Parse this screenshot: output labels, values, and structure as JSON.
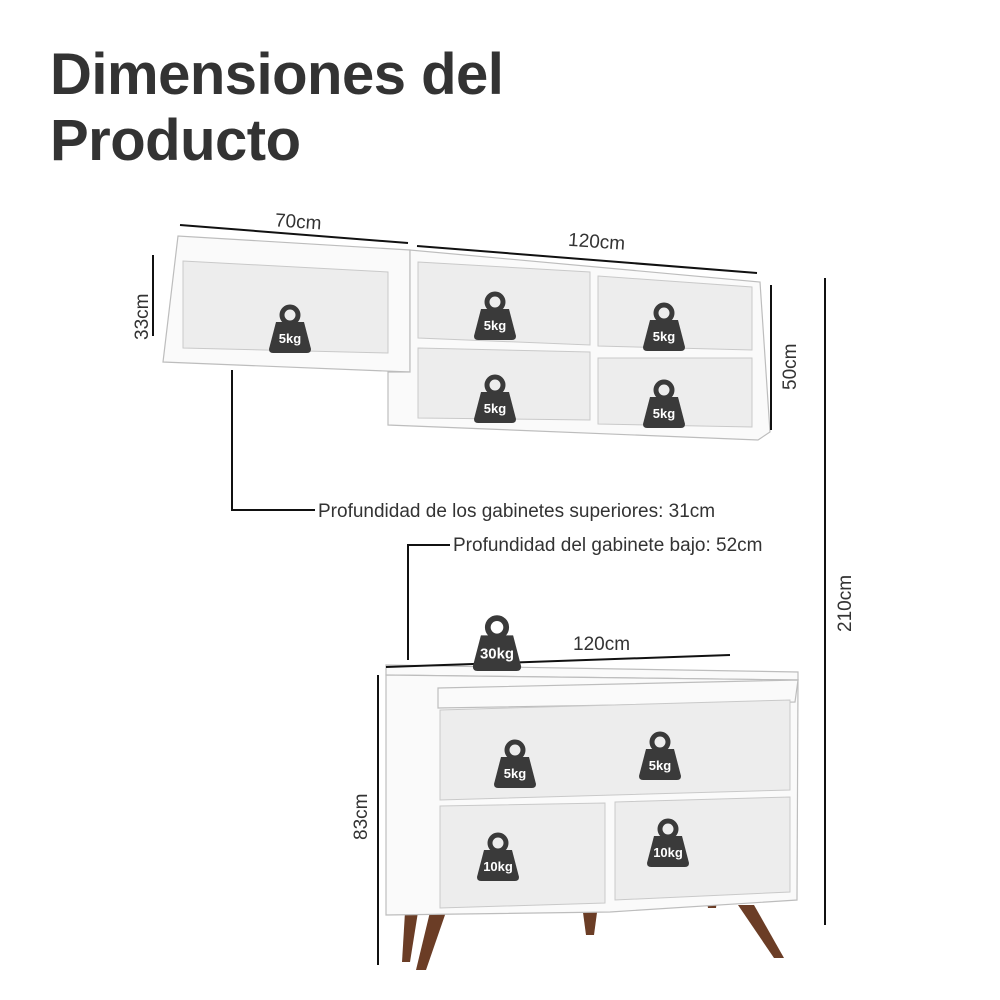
{
  "title": {
    "line1": "Dimensiones del",
    "line2": "Producto"
  },
  "upper": {
    "width_left": "70cm",
    "width_right": "120cm",
    "height_left": "33cm",
    "height_right": "50cm",
    "weights": [
      "5kg",
      "5kg",
      "5kg",
      "5kg",
      "5kg"
    ],
    "depth_note": "Profundidad de los gabinetes superiores: 31cm"
  },
  "total_height": "210cm",
  "lower": {
    "depth_note": "Profundidad del gabinete bajo: 52cm",
    "width": "120cm",
    "height": "83cm",
    "top_weight": "30kg",
    "weights": [
      "5kg",
      "5kg",
      "10kg",
      "10kg"
    ]
  },
  "colors": {
    "text": "#333333",
    "weight_icon": "#3a3a3a",
    "legs": "#6b3d26"
  }
}
